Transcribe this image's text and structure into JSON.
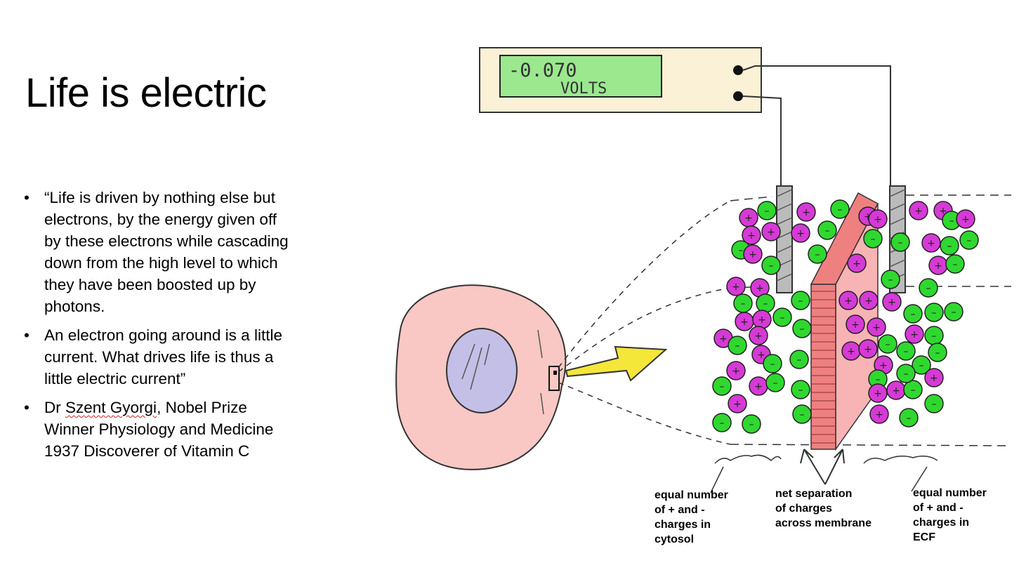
{
  "slide": {
    "title": "Life is electric",
    "bullets": [
      {
        "lines": [
          "“Life is driven by nothing else but",
          "electrons, by the energy given off",
          "by these electrons while cascading",
          "down from the high level to which",
          "they have been boosted up by",
          "photons."
        ]
      },
      {
        "lines": [
          "An electron going around is a little",
          "current. What drives life is thus a",
          "little electric current”"
        ]
      },
      {
        "pre": "Dr ",
        "squiggle": "Szent Gyorgi",
        "post": ", Nobel Prize",
        "lines": [
          "Winner Physiology and Medicine",
          "1937 Discoverer of Vitamin C"
        ]
      }
    ]
  },
  "diagram": {
    "voltmeter": {
      "reading": "-0.070",
      "unit": "VOLTS"
    },
    "captions": {
      "cytosol": [
        "equal number",
        "of + and -",
        "charges in",
        "cytosol"
      ],
      "membrane": [
        "net separation",
        "of charges",
        "across membrane"
      ],
      "ecf": [
        "equal number",
        "of + and -",
        "charges in",
        "ECF"
      ]
    },
    "colors": {
      "positive_ion": "#d63ad6",
      "negative_ion": "#2fd82f",
      "membrane": "#ef8080",
      "cell": "#f9c8c4",
      "nucleus": "#c4bfe6",
      "meter_display": "#9be88f",
      "meter_body": "#fbf1d6",
      "arrow": "#f5e63a"
    }
  }
}
